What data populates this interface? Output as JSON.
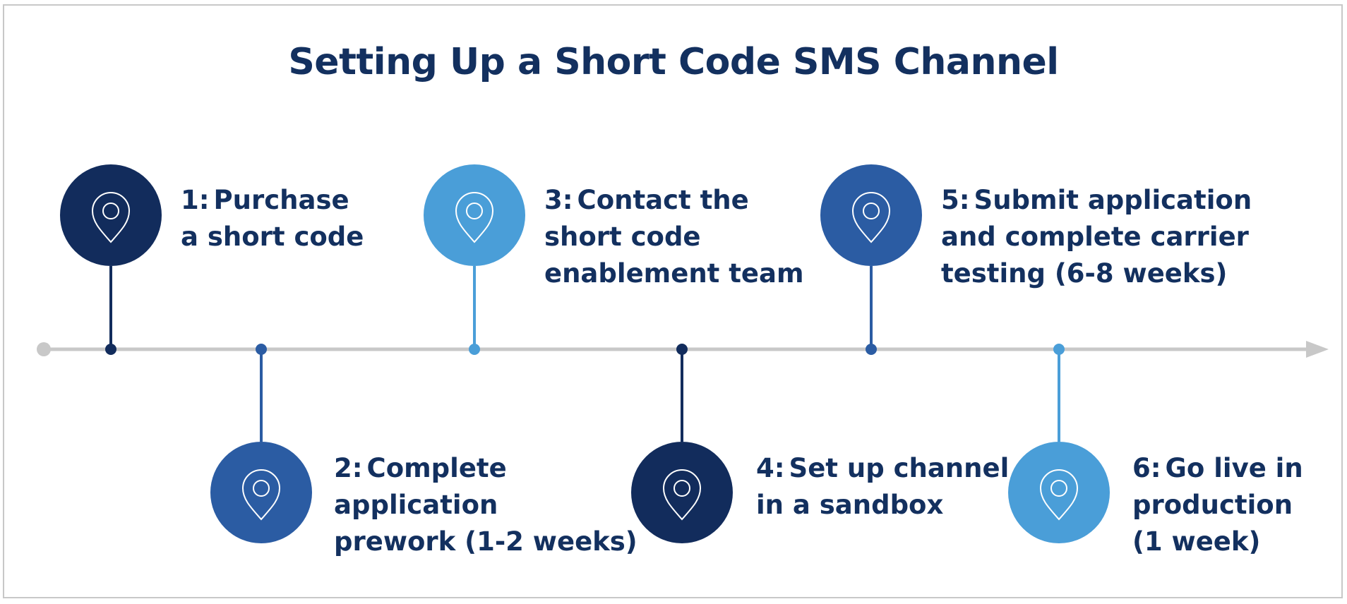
{
  "title": "Setting Up a Short Code SMS Channel",
  "colors": {
    "text": "#13305f",
    "axis": "#c8c8c8",
    "navy": "#122c5c",
    "blue": "#2b5ca3",
    "light_blue": "#4a9ed8",
    "icon_stroke": "#ffffff"
  },
  "steps": [
    {
      "number": "1:",
      "lines": [
        "Purchase",
        "a short code"
      ],
      "color": "#122c5c",
      "position": "above",
      "icon": "map-pin-icon"
    },
    {
      "number": "2:",
      "lines": [
        "Complete",
        "application",
        "prework (1-2 weeks)"
      ],
      "color": "#2b5ca3",
      "position": "below",
      "icon": "map-pin-icon"
    },
    {
      "number": "3:",
      "lines": [
        "Contact the",
        "short code",
        "enablement team"
      ],
      "color": "#4a9ed8",
      "position": "above",
      "icon": "map-pin-icon"
    },
    {
      "number": "4:",
      "lines": [
        "Set up channel",
        "in a sandbox"
      ],
      "color": "#122c5c",
      "position": "below",
      "icon": "map-pin-icon"
    },
    {
      "number": "5:",
      "lines": [
        "Submit application",
        "and complete carrier",
        "testing (6-8 weeks)"
      ],
      "color": "#2b5ca3",
      "position": "above",
      "icon": "map-pin-icon"
    },
    {
      "number": "6:",
      "lines": [
        "Go live in",
        "production",
        "(1 week)"
      ],
      "color": "#4a9ed8",
      "position": "below",
      "icon": "map-pin-icon"
    }
  ]
}
